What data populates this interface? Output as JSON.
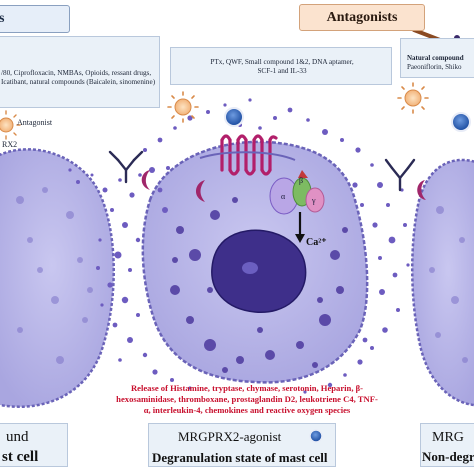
{
  "headers": {
    "left_partial": "s",
    "antagonists": "Antagonists"
  },
  "agonist_list": {
    "text": "/80, Ciprofloxacin, NMBAs, Opioids, ressant drugs, Icatibant, natural compounds (Baicalein, sinomenine)"
  },
  "antagonist_list": {
    "line1": "PTx, QWF, Small compound 1&2, DNA aptamer,",
    "line2": "SCF-1 and IL-33"
  },
  "natural_list": {
    "line1": "Natural compound",
    "line2": "Paeoniflorin, Shiko"
  },
  "labels": {
    "antagonist": "Antagonist",
    "rx2": "RX2",
    "alpha": "α",
    "beta": "β",
    "gamma": "γ",
    "calcium": "Ca²⁺"
  },
  "release_text": "Release of Histamine, tryptase, chymase, serotonin, Heparin, β-hexosaminidase, thromboxane, prostaglandin D2, leukotriene C4, TNF-α, interleukin-4, chemokines and reactive oxygen species",
  "bottom": {
    "left_line1": "und",
    "left_line2": "st cell",
    "mid_line1": "MRGPRX2-agonist",
    "mid_line2": "Degranulation state of mast cell",
    "right_line1": "MRG",
    "right_line2": "Non-degranu"
  },
  "colors": {
    "cell_fill": "#c2c0ec",
    "granule": "#5b4aa8",
    "receptor": "#c2307a",
    "release_text": "#c8102e"
  }
}
